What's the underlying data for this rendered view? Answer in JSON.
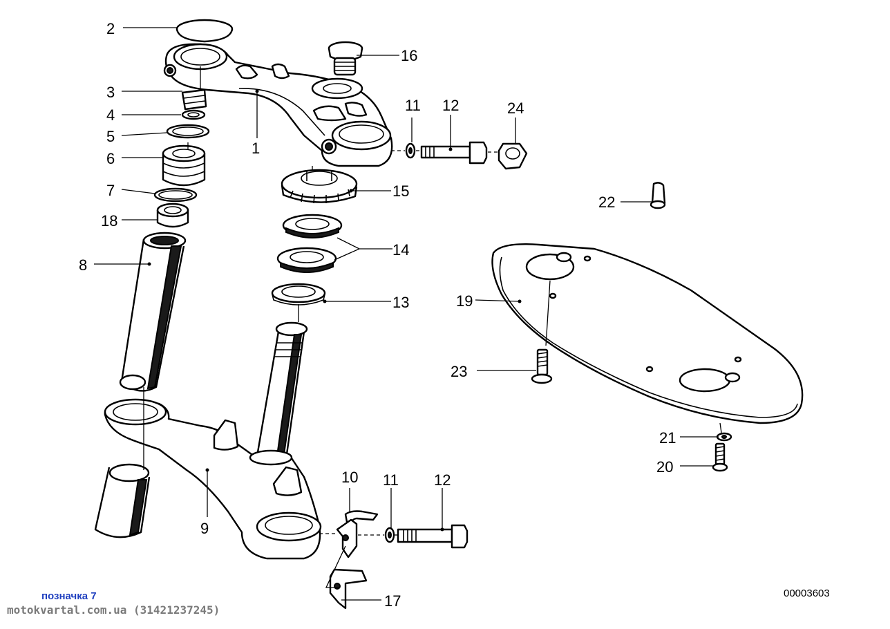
{
  "callouts": {
    "c1": "1",
    "c2": "2",
    "c3": "3",
    "c4": "4",
    "c5": "5",
    "c6": "6",
    "c7": "7",
    "c8": "8",
    "c9": "9",
    "c10": "10",
    "c11a": "11",
    "c11b": "11",
    "c12a": "12",
    "c12b": "12",
    "c13": "13",
    "c14": "14",
    "c15": "15",
    "c16": "16",
    "c17": "17",
    "c18": "18",
    "c19": "19",
    "c20": "20",
    "c21": "21",
    "c22": "22",
    "c23": "23",
    "c24": "24"
  },
  "footer": {
    "mark": "позначка 7",
    "site": "motokvartal.com.ua (31421237245)",
    "code": "00003603"
  },
  "colors": {
    "ink": "#000000",
    "mark": "#1f3fbf",
    "watermark": "#7a7a7a",
    "background": "#ffffff"
  }
}
